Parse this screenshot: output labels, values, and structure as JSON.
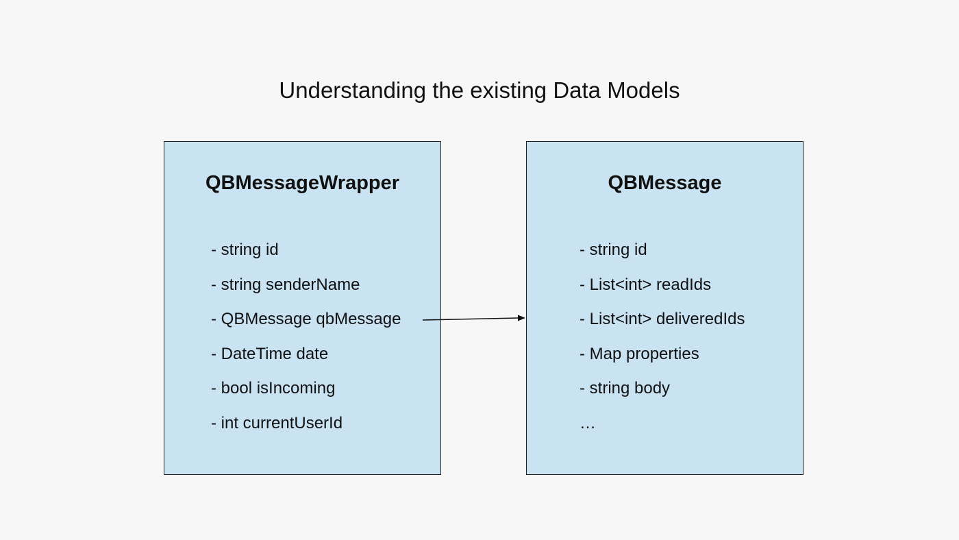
{
  "slide": {
    "title": "Understanding the existing Data Models"
  },
  "colors": {
    "background": "#f7f7f7",
    "box_fill": "#c9e3f3",
    "border": "#222222",
    "text": "#111111"
  },
  "models": [
    {
      "name": "QBMessageWrapper",
      "fields": [
        "- string id",
        "- string senderName",
        "- QBMessage qbMessage",
        "- DateTime date",
        "- bool isIncoming",
        "- int currentUserId"
      ]
    },
    {
      "name": "QBMessage",
      "fields": [
        "- string id",
        "- List<int> readIds",
        "- List<int> deliveredIds",
        "- Map properties",
        "- string body",
        "…"
      ]
    }
  ],
  "relation": {
    "from": "QBMessageWrapper.qbMessage",
    "to": "QBMessage",
    "arrow": "arrow-right-icon"
  }
}
